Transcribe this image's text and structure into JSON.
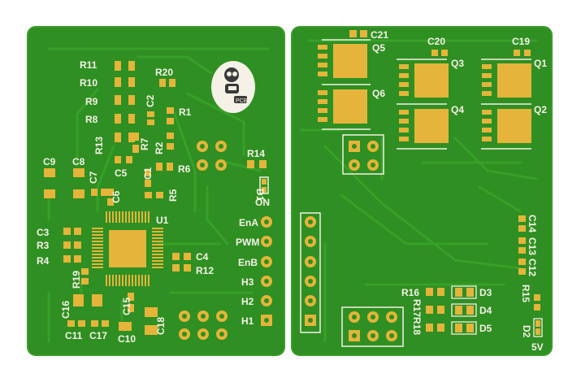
{
  "colors": {
    "board": "#2f8f22",
    "board_edge": "#3aa52b",
    "trace": "#37a028",
    "silk": "#f4f1e6",
    "pad": "#e5b43a"
  },
  "left_board": {
    "labels": {
      "r11": "R11",
      "r10": "R10",
      "r9": "R9",
      "r8": "R8",
      "r13": "R13",
      "r20": "R20",
      "c2": "C2",
      "r1": "R1",
      "r7": "R7",
      "r2": "R2",
      "c5": "C5",
      "c1": "C1",
      "r6": "R6",
      "r5": "R5",
      "r14": "R14",
      "d1": "D1",
      "on": "ON",
      "c9": "C9",
      "c8": "C8",
      "c7": "C7",
      "c6": "C6",
      "u1": "U1",
      "c3": "C3",
      "r3": "R3",
      "r4": "R4",
      "r19": "R19",
      "c4": "C4",
      "r12": "R12",
      "c16": "C16",
      "c15": "C15",
      "c18": "C18",
      "c11": "C11",
      "c17": "C17",
      "c10": "C10",
      "ena": "EnA",
      "pwm": "PWM",
      "enb": "EnB",
      "h3": "H3",
      "h2": "H2",
      "h1": "H1"
    }
  },
  "right_board": {
    "labels": {
      "c21": "C21",
      "q5": "Q5",
      "q6": "Q6",
      "c20": "C20",
      "q3": "Q3",
      "q4": "Q4",
      "c19": "C19",
      "q1": "Q1",
      "q2": "Q2",
      "c14": "C14",
      "c13": "C13",
      "c12": "C12",
      "r15": "R15",
      "r16": "R16",
      "r17r18": "R17R18",
      "d3": "D3",
      "d4": "D4",
      "d5": "D5",
      "d2": "D2",
      "v5": "5V"
    }
  }
}
